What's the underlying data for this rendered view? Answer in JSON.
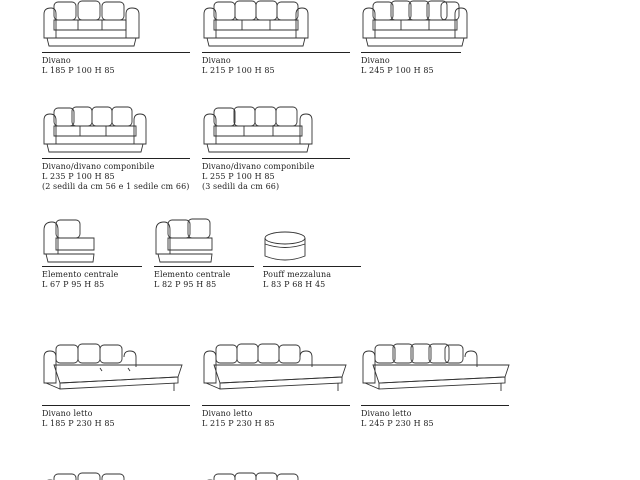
{
  "items": [
    {
      "name": "Divano",
      "dims": "L 185 P 100 H 85",
      "note": ""
    },
    {
      "name": "Divano",
      "dims": "L 215 P 100 H 85",
      "note": ""
    },
    {
      "name": "Divano",
      "dims": "L 245 P 100 H 85",
      "note": ""
    },
    {
      "name": "Divano/divano componibile",
      "dims": "L 235 P 100 H 85",
      "note": "(2 sedili da cm 56 e 1 sedile cm 66)"
    },
    {
      "name": "Divano/divano componibile",
      "dims": "L 255 P 100 H 85",
      "note": "(3 sedili da cm 66)"
    },
    {
      "name": "Elemento centrale",
      "dims": "L 67 P 95 H 85",
      "note": ""
    },
    {
      "name": "Elemento centrale",
      "dims": "L 82 P 95 H 85",
      "note": ""
    },
    {
      "name": "Pouff mezzaluna",
      "dims": "L 83 P 68 H 45",
      "note": ""
    },
    {
      "name": "Divano letto",
      "dims": "L 185 P 230 H 85",
      "note": ""
    },
    {
      "name": "Divano letto",
      "dims": "L 215 P 230 H 85",
      "note": ""
    },
    {
      "name": "Divano letto",
      "dims": "L 245 P 230 H 85",
      "note": ""
    }
  ],
  "icons": {
    "sofa": "sofa-icon",
    "sofa_bed": "sofa-bed-icon",
    "armless_chair": "armless-chair-icon",
    "pouf": "pouf-icon"
  }
}
